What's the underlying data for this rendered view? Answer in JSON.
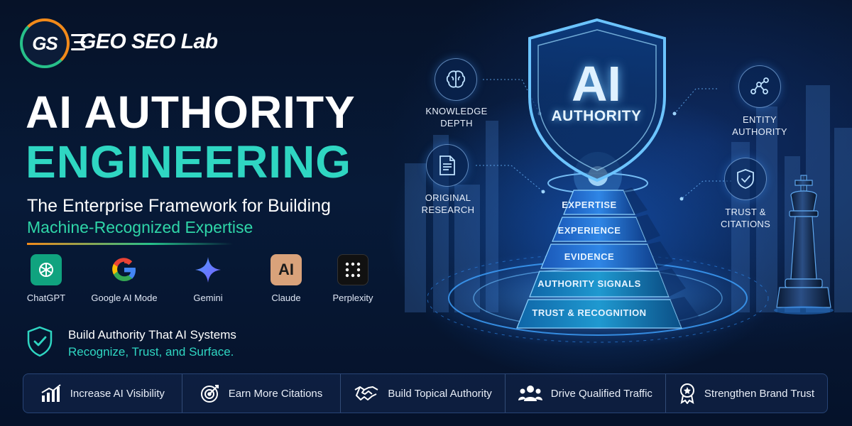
{
  "brand": {
    "logo_monogram": "GS",
    "name": "GEO SEO Lab",
    "colors": {
      "orange": "#f28a1a",
      "green": "#27c08a",
      "teal": "#2fd6c2",
      "navy": "#061228"
    }
  },
  "headline": {
    "line1": "AI AUTHORITY",
    "line2": "ENGINEERING",
    "subtitle1": "The Enterprise Framework for Building",
    "subtitle2": "Machine-Recognized Expertise"
  },
  "ai_tools": [
    {
      "label": "ChatGPT",
      "icon": "chatgpt-icon"
    },
    {
      "label": "Google AI Mode",
      "icon": "google-icon"
    },
    {
      "label": "Gemini",
      "icon": "gemini-icon"
    },
    {
      "label": "Claude",
      "icon": "claude-icon",
      "glyph": "AI"
    },
    {
      "label": "Perplexity",
      "icon": "perplexity-icon"
    }
  ],
  "build": {
    "line1": "Build Authority That AI Systems",
    "line2": "Recognize, Trust, and Surface."
  },
  "benefits": [
    {
      "label": "Increase AI Visibility",
      "icon": "bar-chart-icon"
    },
    {
      "label": "Earn More Citations",
      "icon": "target-icon"
    },
    {
      "label": "Build Topical Authority",
      "icon": "handshake-icon"
    },
    {
      "label": "Drive Qualified Traffic",
      "icon": "users-icon"
    },
    {
      "label": "Strengthen Brand Trust",
      "icon": "award-icon"
    }
  ],
  "shield": {
    "big": "AI",
    "small": "AUTHORITY"
  },
  "features": {
    "knowledge": {
      "line1": "KNOWLEDGE",
      "line2": "DEPTH",
      "icon": "brain-icon"
    },
    "research": {
      "line1": "ORIGINAL",
      "line2": "RESEARCH",
      "icon": "document-icon"
    },
    "entity": {
      "line1": "ENTITY",
      "line2": "AUTHORITY",
      "icon": "network-icon"
    },
    "trust": {
      "line1": "TRUST &",
      "line2": "CITATIONS",
      "icon": "shield-check-icon"
    }
  },
  "pyramid": [
    "EXPERTISE",
    "EXPERIENCE",
    "EVIDENCE",
    "AUTHORITY SIGNALS",
    "TRUST & RECOGNITION"
  ]
}
